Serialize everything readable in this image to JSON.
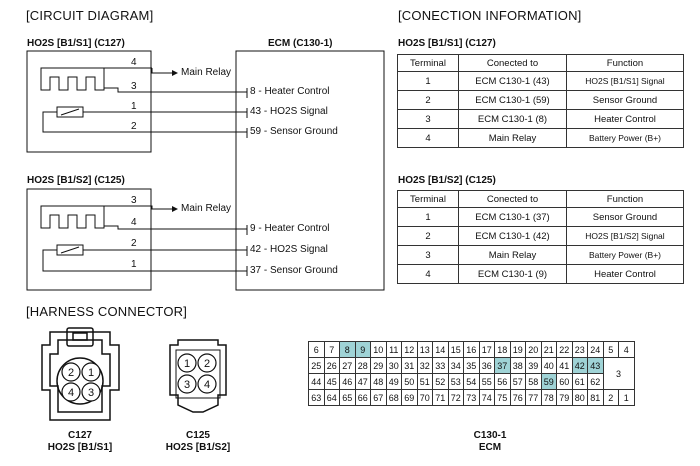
{
  "headings": {
    "circuit": "[CIRCUIT DIAGRAM]",
    "connection": "[CONECTION INFORMATION]",
    "harness": "[HARNESS CONNECTOR]"
  },
  "circuit": {
    "ecm_title": "ECM (C130-1)",
    "s1": {
      "title": "HO2S [B1/S1] (C127)",
      "wire_numbers": [
        "4",
        "3",
        "1",
        "2"
      ],
      "main_relay": "Main Relay",
      "ecm_pins": [
        "8 - Heater Control",
        "43 - HO2S Signal",
        "59 - Sensor Ground"
      ]
    },
    "s2": {
      "title": "HO2S [B1/S2] (C125)",
      "wire_numbers": [
        "3",
        "4",
        "2",
        "1"
      ],
      "main_relay": "Main Relay",
      "ecm_pins": [
        "9 - Heater Control",
        "42 - HO2S Signal",
        "37 - Sensor Ground"
      ]
    }
  },
  "connection": {
    "headers": [
      "Terminal",
      "Conected to",
      "Function"
    ],
    "t1": {
      "title": "HO2S [B1/S1] (C127)",
      "rows": [
        [
          "1",
          "ECM C130-1 (43)",
          "HO2S [B1/S1] Signal"
        ],
        [
          "2",
          "ECM C130-1 (59)",
          "Sensor Ground"
        ],
        [
          "3",
          "ECM C130-1 (8)",
          "Heater Control"
        ],
        [
          "4",
          "Main Relay",
          "Battery Power (B+)"
        ]
      ]
    },
    "t2": {
      "title": "HO2S [B1/S2] (C125)",
      "rows": [
        [
          "1",
          "ECM C130-1 (37)",
          "Sensor Ground"
        ],
        [
          "2",
          "ECM C130-1 (42)",
          "HO2S [B1/S2] Signal"
        ],
        [
          "3",
          "Main Relay",
          "Battery Power (B+)"
        ],
        [
          "4",
          "ECM C130-1 (9)",
          "Heater Control"
        ]
      ]
    }
  },
  "harness": {
    "c127": {
      "line1": "C127",
      "line2": "HO2S [B1/S1]",
      "pins": [
        "2",
        "1",
        "4",
        "3"
      ]
    },
    "c125": {
      "line1": "C125",
      "line2": "HO2S [B1/S2]",
      "pins": [
        "1",
        "2",
        "3",
        "4"
      ]
    },
    "ecm": {
      "line1": "C130-1",
      "line2": "ECM",
      "row1": [
        "6",
        "7",
        "8",
        "9",
        "10",
        "11",
        "12",
        "13",
        "14",
        "15",
        "16",
        "17",
        "18",
        "19",
        "20",
        "21",
        "22",
        "23",
        "24",
        "5",
        "4"
      ],
      "row2": [
        "25",
        "26",
        "27",
        "28",
        "29",
        "30",
        "31",
        "32",
        "33",
        "34",
        "35",
        "36",
        "37",
        "38",
        "39",
        "40",
        "41",
        "42",
        "43"
      ],
      "row3": [
        "44",
        "45",
        "46",
        "47",
        "48",
        "49",
        "50",
        "51",
        "52",
        "53",
        "54",
        "55",
        "56",
        "57",
        "58",
        "59",
        "60",
        "61",
        "62"
      ],
      "row4": [
        "63",
        "64",
        "65",
        "66",
        "67",
        "68",
        "69",
        "70",
        "71",
        "72",
        "73",
        "74",
        "75",
        "76",
        "77",
        "78",
        "79",
        "80",
        "81",
        "2",
        "1"
      ],
      "merged": "3",
      "highlighted": [
        "8",
        "9",
        "37",
        "42",
        "43",
        "59"
      ],
      "highlight_color": "#9fd3d6"
    }
  }
}
